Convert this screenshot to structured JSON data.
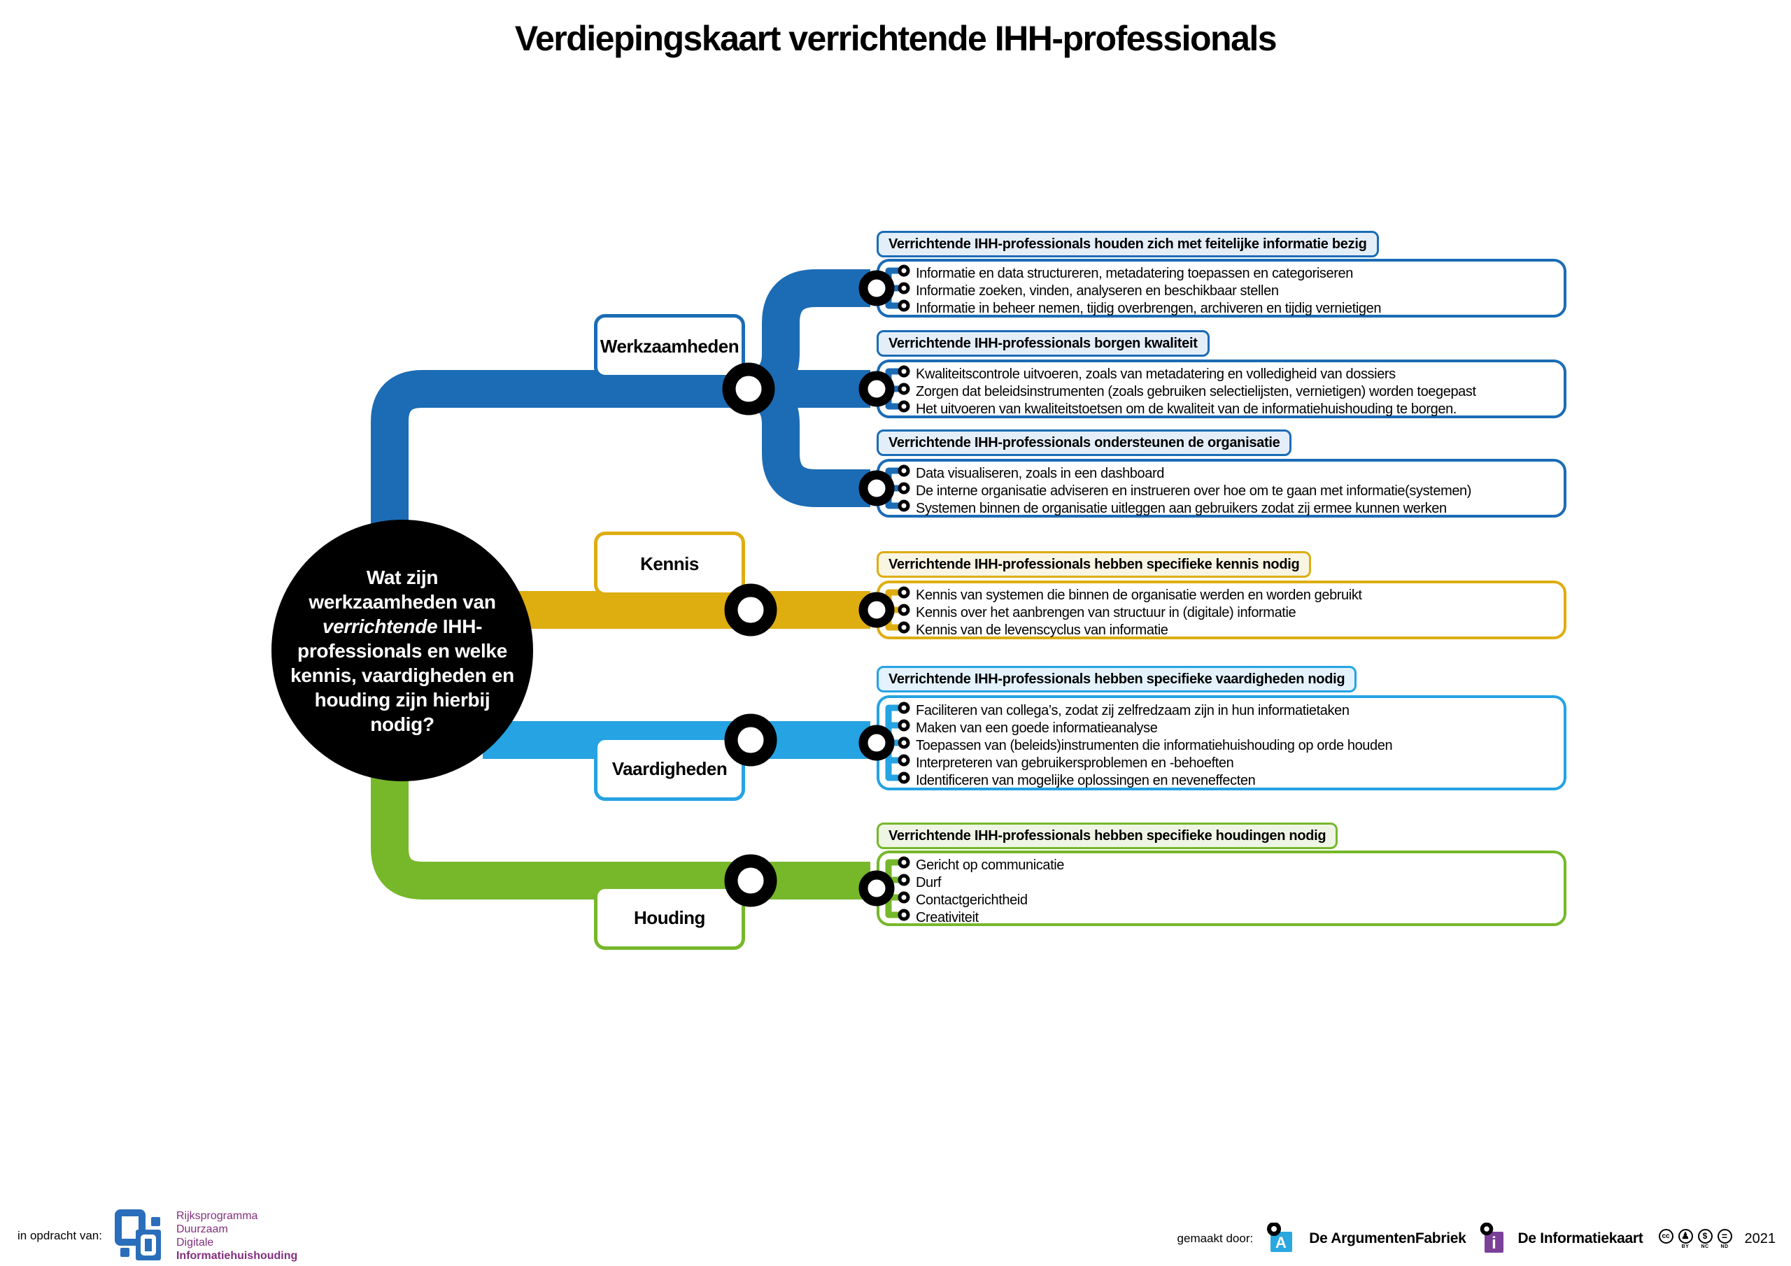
{
  "title": "Verdiepingskaart verrichtende IHH-professionals",
  "center_question": {
    "pre": "Wat zijn werkzaamheden van ",
    "em": "verrichtende",
    "post": " IHH-professionals en welke kennis, vaardigheden en houding zijn hierbij nodig?"
  },
  "categories": [
    {
      "label": "Werkzaamheden"
    },
    {
      "label": "Kennis"
    },
    {
      "label": "Vaardigheden"
    },
    {
      "label": "Houding"
    }
  ],
  "boxes": [
    {
      "header": "Verrichtende IHH-professionals houden zich met feitelijke informatie bezig",
      "items": [
        "Informatie en data structureren, metadatering toepassen en categoriseren",
        "Informatie zoeken, vinden, analyseren en beschikbaar stellen",
        "Informatie in beheer nemen, tijdig overbrengen, archiveren en tijdig vernietigen"
      ]
    },
    {
      "header": "Verrichtende IHH-professionals borgen kwaliteit",
      "items": [
        "Kwaliteitscontrole uitvoeren, zoals van metadatering en volledigheid van dossiers",
        "Zorgen dat beleidsinstrumenten (zoals gebruiken selectielijsten, vernietigen) worden toegepast",
        "Het uitvoeren van kwaliteitstoetsen om de kwaliteit van de informatiehuishouding te borgen."
      ]
    },
    {
      "header": "Verrichtende IHH-professionals ondersteunen de organisatie",
      "items": [
        "Data visualiseren, zoals in een dashboard",
        "De interne organisatie adviseren en instrueren over hoe om te gaan met informatie(systemen)",
        "Systemen binnen de organisatie uitleggen aan gebruikers zodat zij ermee kunnen werken"
      ]
    },
    {
      "header": "Verrichtende IHH-professionals hebben specifieke kennis nodig",
      "items": [
        "Kennis van systemen die binnen de organisatie werden en worden gebruikt",
        "Kennis over het aanbrengen van structuur in (digitale) informatie",
        "Kennis van de levenscyclus van informatie"
      ]
    },
    {
      "header": "Verrichtende IHH-professionals hebben specifieke vaardigheden nodig",
      "items": [
        "Faciliteren van collega’s, zodat zij zelfredzaam zijn in hun informatietaken",
        "Maken van een goede informatieanalyse",
        "Toepassen van (beleids)instrumenten die informatiehuishouding op orde houden",
        "Interpreteren van gebruikersproblemen en -behoeften",
        "Identificeren van mogelijke oplossingen en neveneffecten"
      ]
    },
    {
      "header": "Verrichtende IHH-professionals hebben specifieke houdingen nodig",
      "items": [
        "Gericht op communicatie",
        "Durf",
        "Contactgerichtheid",
        "Creativiteit"
      ]
    }
  ],
  "footer": {
    "commissioned_label": "in opdracht van:",
    "client_logo_lines": [
      "Rijksprogramma",
      "Duurzaam",
      "Digitale",
      "Informatiehuishouding"
    ],
    "made_by_label": "gemaakt door:",
    "makers": [
      {
        "name": "De ArgumentenFabriek",
        "letter": "A"
      },
      {
        "name": "De Informatiekaart",
        "letter": "i"
      }
    ],
    "license": {
      "cc_glyph": "cc",
      "labels": [
        "BY",
        "NC",
        "ND"
      ]
    },
    "year": "2021"
  },
  "colors": {
    "werkzaamheden_blue": "#1B6CB5",
    "kennis_yellow": "#DEAD10",
    "vaardigheden_lightblue": "#25A3E3",
    "houding_green": "#76B82A",
    "header_tint_blue": "#E4EEF9",
    "header_tint_yellow": "#F8F5E3",
    "header_tint_lightblue": "#E3F2FC",
    "header_tint_green": "#EFF5E5",
    "node_black": "#000000",
    "client_purple": "#83307E",
    "client_logo_blue": "#2A6EBB",
    "argumentenfabriek_blue": "#29A8E0",
    "informatiekaart_purple": "#7C4099"
  }
}
